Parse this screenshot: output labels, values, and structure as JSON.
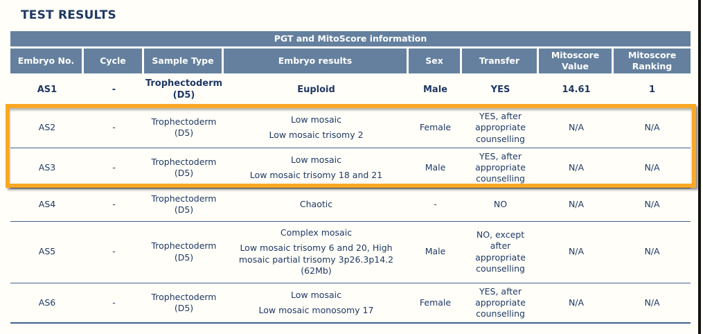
{
  "page": {
    "title": "TEST RESULTS",
    "colors": {
      "header_blue": "#64809E",
      "text_navy": "#1F3864",
      "line_blue": "#41618E",
      "highlight_yellow": "#F9A825",
      "background": "#FFFEF8"
    }
  },
  "table": {
    "band_title": "PGT and MitoScore information",
    "columns": [
      "Embryo No.",
      "Cycle",
      "Sample Type",
      "Embryo results",
      "Sex",
      "Transfer",
      "Mitoscore Value",
      "Mitoscore Ranking"
    ],
    "rows": [
      {
        "embryo_no": "AS1",
        "cycle": "-",
        "sample_type": "Trophectoderm (D5)",
        "result_lines": [
          "Euploid"
        ],
        "sex": "Male",
        "transfer": "YES",
        "mitoscore_value": "14.61",
        "mitoscore_ranking": "1",
        "bold": true,
        "highlighted": false
      },
      {
        "embryo_no": "AS2",
        "cycle": "-",
        "sample_type": "Trophectoderm (D5)",
        "result_lines": [
          "Low mosaic",
          "Low mosaic trisomy 2"
        ],
        "sex": "Female",
        "transfer": "YES, after appropriate counselling",
        "mitoscore_value": "N/A",
        "mitoscore_ranking": "N/A",
        "bold": false,
        "highlighted": true
      },
      {
        "embryo_no": "AS3",
        "cycle": "-",
        "sample_type": "Trophectoderm (D5)",
        "result_lines": [
          "Low mosaic",
          "Low mosaic trisomy 18 and 21"
        ],
        "sex": "Male",
        "transfer": "YES, after appropriate counselling",
        "mitoscore_value": "N/A",
        "mitoscore_ranking": "N/A",
        "bold": false,
        "highlighted": true
      },
      {
        "embryo_no": "AS4",
        "cycle": "-",
        "sample_type": "Trophectoderm (D5)",
        "result_lines": [
          "Chaotic"
        ],
        "sex": "-",
        "transfer": "NO",
        "mitoscore_value": "N/A",
        "mitoscore_ranking": "N/A",
        "bold": false,
        "highlighted": false
      },
      {
        "embryo_no": "AS5",
        "cycle": "-",
        "sample_type": "Trophectoderm (D5)",
        "result_lines": [
          "Complex mosaic",
          "Low mosaic trisomy 6 and 20, High mosaic partial trisomy 3p26.3p14.2  (62Mb)"
        ],
        "sex": "Male",
        "transfer": "NO, except after appropriate counselling",
        "mitoscore_value": "N/A",
        "mitoscore_ranking": "N/A",
        "bold": false,
        "highlighted": false
      },
      {
        "embryo_no": "AS6",
        "cycle": "-",
        "sample_type": "Trophectoderm (D5)",
        "result_lines": [
          "Low mosaic",
          "Low mosaic monosomy 17"
        ],
        "sex": "Female",
        "transfer": "YES, after appropriate counselling",
        "mitoscore_value": "N/A",
        "mitoscore_ranking": "N/A",
        "bold": false,
        "highlighted": false
      }
    ]
  }
}
